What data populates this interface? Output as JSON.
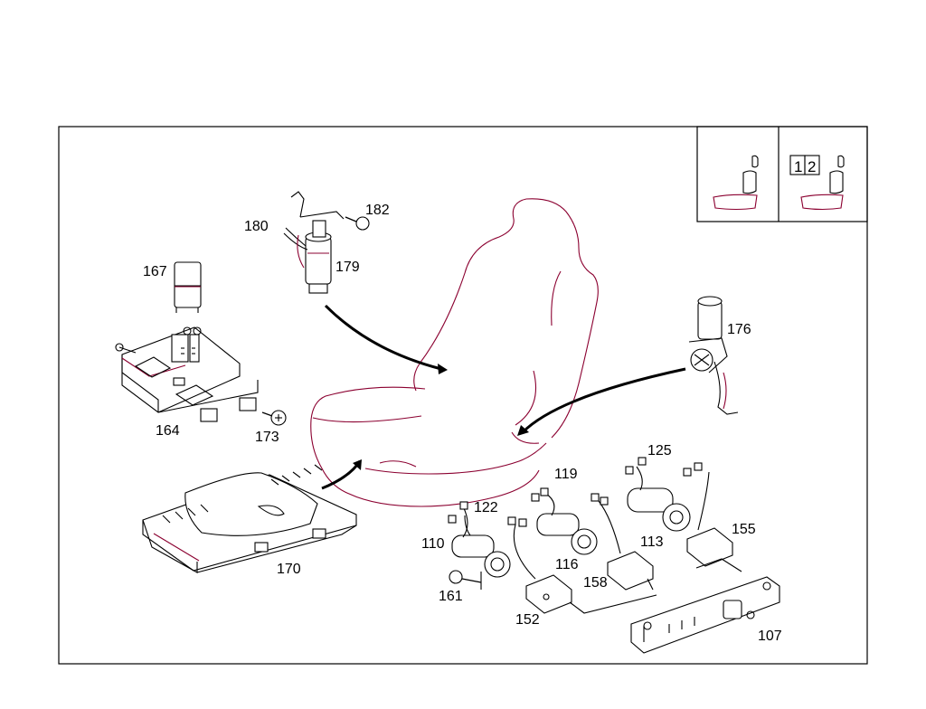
{
  "colors": {
    "line": "#000000",
    "accent": "#8b0030",
    "background": "#ffffff"
  },
  "labels": {
    "p107": "107",
    "p110": "110",
    "p113": "113",
    "p116": "116",
    "p119": "119",
    "p122": "122",
    "p125": "125",
    "p152": "152",
    "p155": "155",
    "p158": "158",
    "p161": "161",
    "p164": "164",
    "p167": "167",
    "p170": "170",
    "p173": "173",
    "p176": "176",
    "p179": "179",
    "p180": "180",
    "p182": "182"
  },
  "inset": {
    "box1": "1",
    "box2": "2"
  }
}
